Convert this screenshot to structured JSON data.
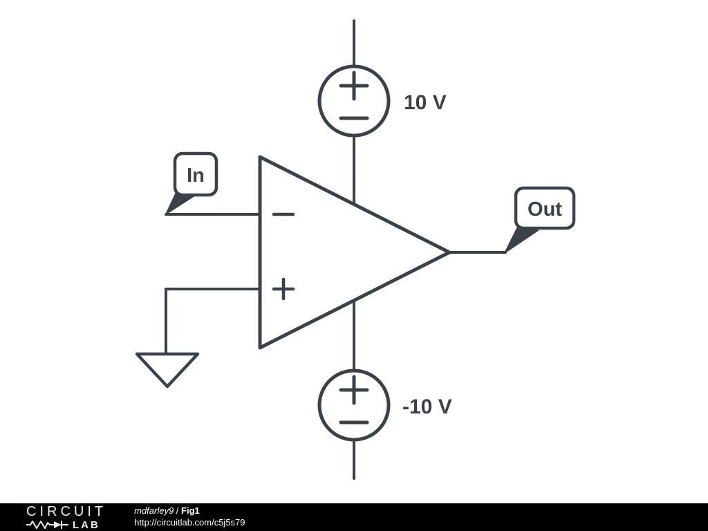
{
  "colors": {
    "stroke": "#3a4148",
    "background": "#ffffff",
    "footer_bg": "#000000",
    "footer_text": "#ffffff"
  },
  "schematic": {
    "in_flag": "In",
    "out_flag": "Out",
    "positive_supply": "10 V",
    "negative_supply": "-10 V"
  },
  "footer": {
    "logo_top": "CIRCUIT",
    "logo_bottom": "LAB",
    "author": "mdfarley9",
    "separator": " / ",
    "figure": "Fig1",
    "url": "http://circuitlab.com/c5j5s79"
  }
}
